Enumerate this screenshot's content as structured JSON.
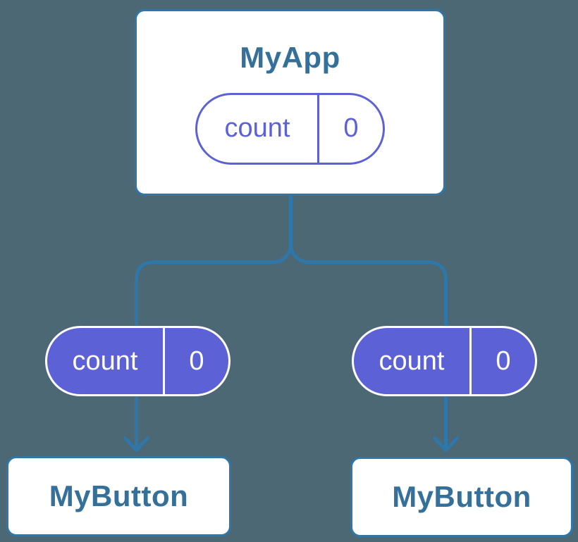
{
  "colors": {
    "background": "#4b6874",
    "line": "#2e77a8",
    "node-title": "#35709b",
    "purple": "#5c62d6",
    "card-bg": "#ffffff",
    "pill-text-light": "#ffffff"
  },
  "nodes": {
    "root": {
      "title": "MyApp",
      "state": {
        "label": "count",
        "value": "0"
      }
    },
    "props": [
      {
        "label": "count",
        "value": "0"
      },
      {
        "label": "count",
        "value": "0"
      }
    ],
    "children": [
      {
        "title": "MyButton"
      },
      {
        "title": "MyButton"
      }
    ]
  }
}
